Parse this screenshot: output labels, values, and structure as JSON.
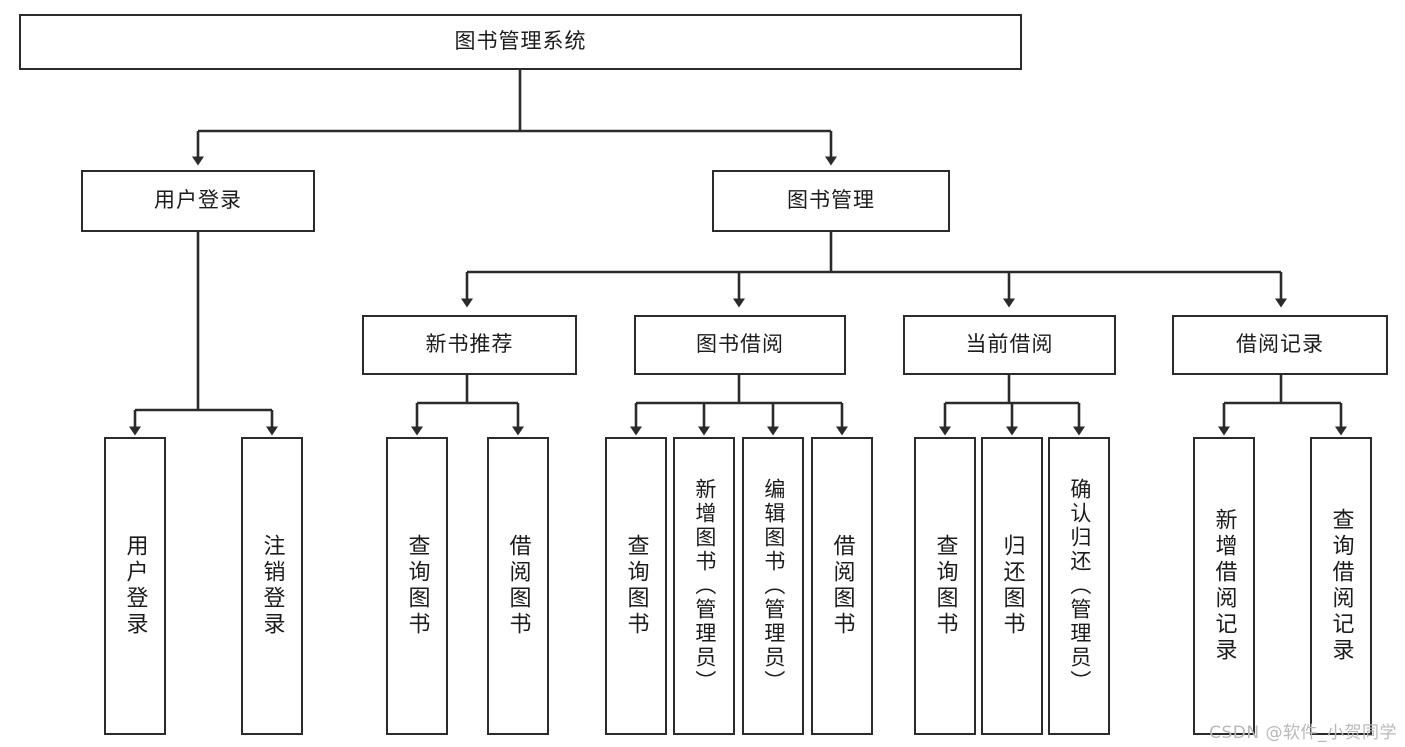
{
  "diagram": {
    "title": "图书管理系统",
    "type": "hierarchy-tree",
    "root": {
      "label": "图书管理系统"
    },
    "level2": [
      {
        "label": "用户登录"
      },
      {
        "label": "图书管理"
      }
    ],
    "level3": [
      {
        "label": "新书推荐"
      },
      {
        "label": "图书借阅"
      },
      {
        "label": "当前借阅"
      },
      {
        "label": "借阅记录"
      }
    ],
    "leaves": {
      "user_login": [
        {
          "label": "用户登录"
        },
        {
          "label": "注销登录"
        }
      ],
      "new_book_recommend": [
        {
          "label": "查询图书"
        },
        {
          "label": "借阅图书"
        }
      ],
      "book_borrow": [
        {
          "label": "查询图书"
        },
        {
          "label": "新增图书（管理员）"
        },
        {
          "label": "编辑图书（管理员）"
        },
        {
          "label": "借阅图书"
        }
      ],
      "current_borrow": [
        {
          "label": "查询图书"
        },
        {
          "label": "归还图书"
        },
        {
          "label": "确认归还（管理员）"
        }
      ],
      "borrow_record": [
        {
          "label": "新增借阅记录"
        },
        {
          "label": "查询借阅记录"
        }
      ]
    }
  },
  "watermark": {
    "text": "CSDN @软件_小贺同学"
  },
  "colors": {
    "stroke": "#2b2b2b",
    "background": "#ffffff",
    "text": "#1c1c1c",
    "watermark": "#b9b9b9"
  }
}
